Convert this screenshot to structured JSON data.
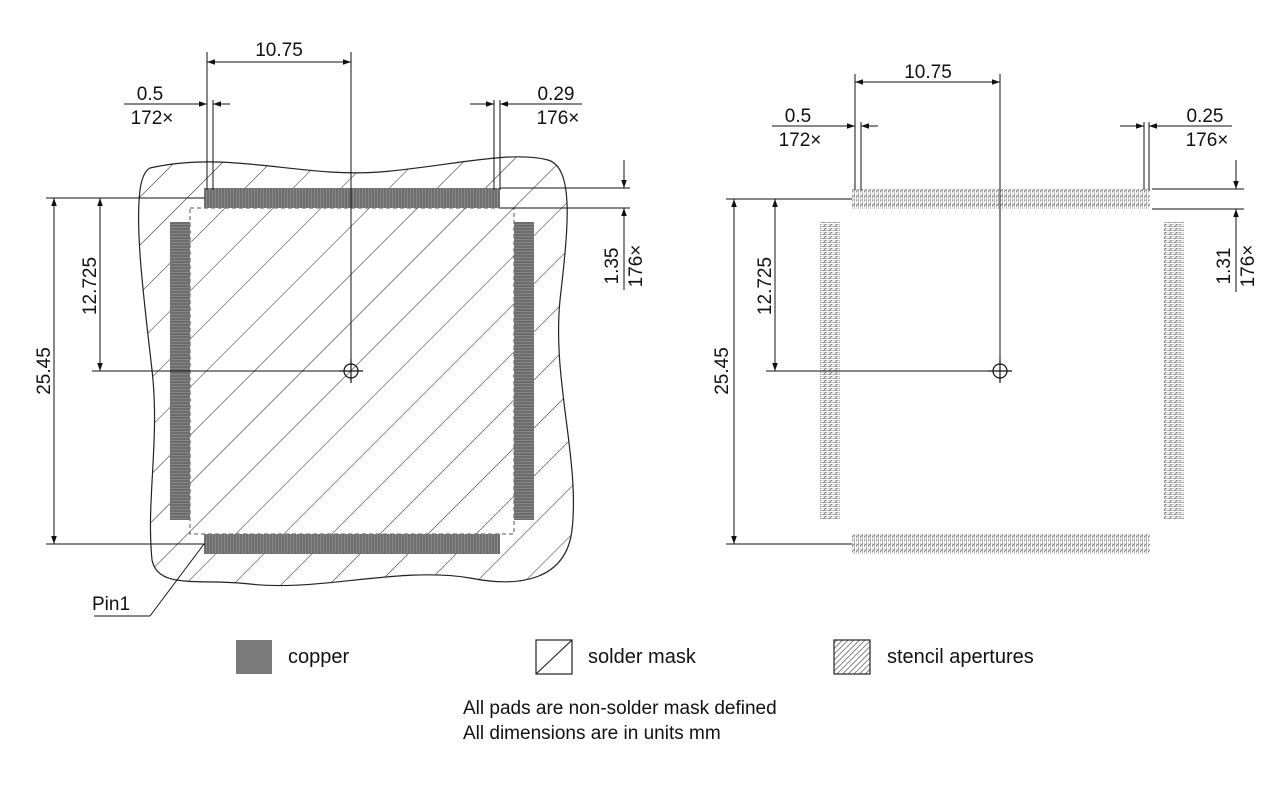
{
  "left_view": {
    "pitch": "0.5",
    "pitch_count": "172×",
    "pad_width": "0.29",
    "pad_width_count": "176×",
    "pad_length": "1.35",
    "pad_length_count": "176×",
    "span_half_x": "10.75",
    "span_half_y": "12.725",
    "span_y": "25.45",
    "pin1_label": "Pin1"
  },
  "right_view": {
    "pitch": "0.5",
    "pitch_count": "172×",
    "pad_width": "0.25",
    "pad_width_count": "176×",
    "pad_length": "1.31",
    "pad_length_count": "176×",
    "span_half_x": "10.75",
    "span_half_y": "12.725",
    "span_y": "25.45"
  },
  "legend": {
    "copper": "copper",
    "solder_mask": "solder mask",
    "stencil": "stencil apertures"
  },
  "notes": {
    "line1": "All pads are non-solder mask defined",
    "line2": "All dimensions are in units mm"
  },
  "colors": {
    "copper": "#7a7a7a",
    "line": "#222222"
  }
}
